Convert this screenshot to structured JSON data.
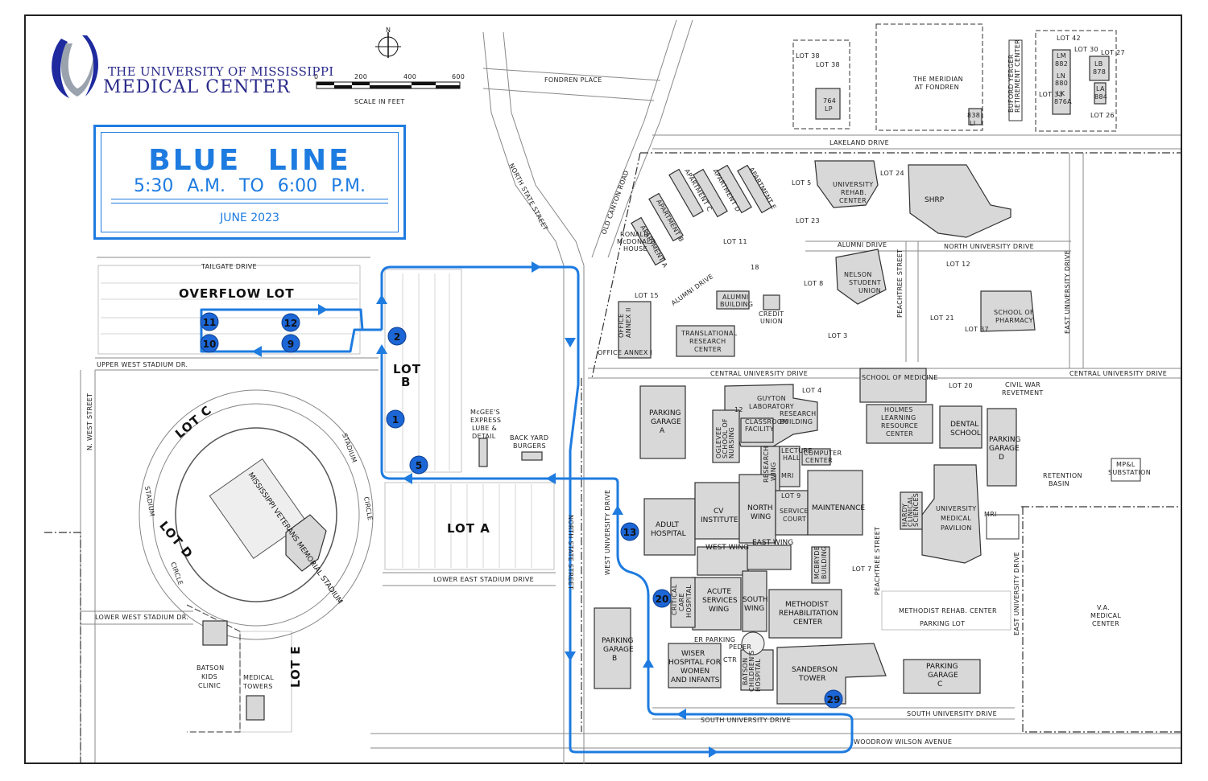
{
  "logo": {
    "line1": "THE UNIVERSITY OF MISSISSIPPI",
    "line2": "MEDICAL CENTER"
  },
  "title": {
    "line_name": "BLUE LINE",
    "hours": "5:30 A.M.  TO  6:00 P.M.",
    "date": "JUNE 2023"
  },
  "scale": {
    "ticks": [
      "0",
      "200",
      "400",
      "600"
    ],
    "label": "SCALE IN FEET",
    "north": "N"
  },
  "colors": {
    "route": "#1e7be0",
    "stop": "#1c66d6",
    "building": "#d8d8d8"
  },
  "stops": [
    {
      "id": "1"
    },
    {
      "id": "2"
    },
    {
      "id": "5"
    },
    {
      "id": "9"
    },
    {
      "id": "10"
    },
    {
      "id": "11"
    },
    {
      "id": "12"
    },
    {
      "id": "13"
    },
    {
      "id": "20"
    },
    {
      "id": "29"
    }
  ],
  "lots": {
    "overflow": "OVERFLOW LOT",
    "lot_a": "LOT  A",
    "lot_b1": "LOT",
    "lot_b2": "B",
    "lot_c": "LOT C",
    "lot_d": "LOT D",
    "lot_e": "LOT E"
  },
  "streets": {
    "tailgate": "TAILGATE DRIVE",
    "upper_west_stadium": "UPPER WEST STADIUM DR.",
    "lower_west_stadium": "LOWER WEST STADIUM DR.",
    "lower_east_stadium": "LOWER EAST STADIUM DRIVE",
    "n_west": "N. WEST STREET",
    "stadium_circle": "STADIUM CIRCLE",
    "stadium_circle_w": "STADIUM",
    "circle": "CIRCLE",
    "north_state": "NORTH STATE STREET",
    "old_canton": "OLD CANTON ROAD",
    "fondren_place": "FONDREN PLACE",
    "lakeland": "LAKELAND DRIVE",
    "alumni": "ALUMNI DRIVE",
    "north_university": "NORTH UNIVERSITY DRIVE",
    "central_university": "CENTRAL UNIVERSITY DRIVE",
    "central_university_e": "CENTRAL UNIVERSITY DRIVE",
    "peachtree": "PEACHTREE STREET",
    "peachtree_s": "PEACHTREE STREET",
    "east_university": "EAST UNIVERSITY DRIVE",
    "east_university_s": "EAST UNIVERSITY DRIVE",
    "west_university": "WEST UNIVERSITY DRIVE",
    "south_university": "SOUTH UNIVERSITY DRIVE",
    "south_university_e": "SOUTH UNIVERSITY DRIVE",
    "woodrow": "WOODROW WILSON AVENUE",
    "alumni_drive_w": "ALUMNI DRIVE",
    "er_parking": "ER PARKING"
  },
  "buildings": {
    "stadium": "MISSISSIPPI VETERANS MEMORIAL STADIUM",
    "mcgees": [
      "McGEE'S",
      "EXPRESS",
      "LUBE &",
      "DETAIL"
    ],
    "backyard": [
      "BACK YARD",
      "BURGERS"
    ],
    "batson": [
      "BATSON",
      "KIDS",
      "CLINIC"
    ],
    "medical_towers": [
      "MEDICAL",
      "TOWERS"
    ],
    "garage_a": [
      "PARKING",
      "GARAGE",
      "A"
    ],
    "garage_b": [
      "PARKING",
      "GARAGE",
      "B"
    ],
    "garage_c": [
      "PARKING",
      "GARAGE",
      "C"
    ],
    "garage_d": [
      "PARKING",
      "GARAGE",
      "D"
    ],
    "adult_hospital": [
      "ADULT",
      "HOSPITAL"
    ],
    "cv_institute": [
      "CV",
      "INSTITUTE"
    ],
    "north_wing": [
      "NORTH",
      "WING"
    ],
    "maintenance": "MAINTENANCE",
    "west_wing": "WEST WING",
    "east_wing": "EAST WING",
    "acute": [
      "ACUTE",
      "SERVICES",
      "WING"
    ],
    "south_wing": [
      "SOUTH",
      "WING"
    ],
    "methodist": [
      "METHODIST",
      "REHABILITATION",
      "CENTER"
    ],
    "methodist_lot": [
      "METHODIST REHAB. CENTER",
      "PARKING LOT"
    ],
    "sanderson": [
      "SANDERSON",
      "TOWER"
    ],
    "wiser": [
      "WISER",
      "HOSPITAL FOR",
      "WOMEN",
      "AND INFANTS"
    ],
    "critical_care": [
      "CRITICAL",
      "CARE",
      "HOSPITAL"
    ],
    "batson_childrens": [
      "BATSON",
      "CHILDREN'S",
      "HOSPITAL"
    ],
    "translational": [
      "TRANSLATIONAL",
      "RESEARCH",
      "CENTER"
    ],
    "office_annex_1": "OFFICE ANNEX I",
    "office_annex_2": [
      "OFFICE",
      "ANNEX II"
    ],
    "ronald": [
      "RONALD",
      "McDONALD",
      "HOUSE"
    ],
    "apt_a": "APARTMENT A",
    "apt_b": "APARTMENT B",
    "apt_c": "APARTMENT C",
    "apt_d": "APARTMENT D",
    "apt_e": "APARTMENT E",
    "alumni_bldg": [
      "ALUMNI",
      "BUILDING"
    ],
    "credit_union": [
      "CREDIT",
      "UNION"
    ],
    "nelson": [
      "NELSON",
      "STUDENT",
      "UNION"
    ],
    "rehab_center": [
      "UNIVERSITY",
      "REHAB.",
      "CENTER"
    ],
    "shrp": "SHRP",
    "pharmacy": [
      "SCHOOL OF",
      "PHARMACY"
    ],
    "medicine": "SCHOOL OF MEDICINE",
    "holmes": [
      "HOLMES",
      "LEARNING",
      "RESOURCE",
      "CENTER"
    ],
    "dental": [
      "DENTAL",
      "SCHOOL"
    ],
    "civil_war": [
      "CIVIL WAR",
      "REVETMENT"
    ],
    "guyton": [
      "GUYTON",
      "LABORATORY"
    ],
    "research_bldg": [
      "RESEARCH",
      "BUILDING"
    ],
    "classroom": [
      "CLASSROOM",
      "FACILITY"
    ],
    "oglevee": [
      "OGLEVEE",
      "SCHOOL OF",
      "NURSING"
    ],
    "research_wing": [
      "RESEARCH",
      "WING"
    ],
    "lecture": [
      "LECTURE",
      "HALL"
    ],
    "computer": [
      "COMPUTER",
      "CENTER"
    ],
    "mri": "MRI",
    "service_court": [
      "SERVICE",
      "COURT"
    ],
    "ump": [
      "UNIVERSITY",
      "MEDICAL",
      "PAVILION"
    ],
    "hardy": [
      "HARDY",
      "CLINICAL",
      "SCIENCES"
    ],
    "mcbryde": [
      "MCBRYDE",
      "BUILDING"
    ],
    "retention": [
      "RETENTION",
      "BASIN"
    ],
    "substation": [
      "MP&L",
      "SUBSTATION"
    ],
    "va": [
      "V.A.",
      "MEDICAL",
      "CENTER"
    ],
    "meridian": [
      "THE  MERIDIAN",
      "AT  FONDREN"
    ],
    "buford": [
      "BUFORD YERGER",
      "RETIREMENT CENTER"
    ],
    "lp764": [
      "764",
      "LP"
    ],
    "li838": [
      "838",
      "LI"
    ],
    "lm882": [
      "LM",
      "882"
    ],
    "ln880": [
      "LN",
      "880"
    ],
    "lk876": [
      "LK",
      "876A"
    ],
    "lb878": [
      "LB",
      "878"
    ],
    "la884": [
      "LA",
      "884"
    ],
    "peder": [
      "PEDER"
    ],
    "ctr": "CTR"
  },
  "lot_numbers": {
    "lot38a": "LOT 38",
    "lot38b": "LOT 38",
    "lot42": "LOT 42",
    "lot30": "LOT 30",
    "lot27": "LOT 27",
    "lot33": "LOT 33",
    "lot26": "LOT 26",
    "lot5": "LOT 5",
    "lot24": "LOT 24",
    "lot23": "LOT 23",
    "lot11": "LOT 11",
    "lot15": "LOT 15",
    "lot12": "LOT 12",
    "lot8": "LOT 8",
    "lot3": "LOT 3",
    "lot21": "LOT 21",
    "lot37": "LOT 37",
    "lot4": "LOT 4",
    "lot20": "LOT 20",
    "lot9": "LOT 9",
    "lot7": "LOT 7",
    "lot12b": "12",
    "lot18": "18"
  }
}
